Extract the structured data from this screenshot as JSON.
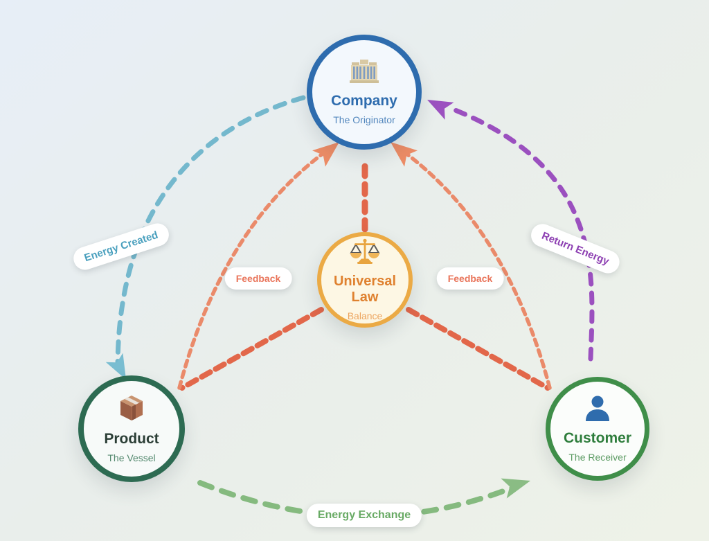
{
  "nodes": {
    "company": {
      "label": "Company",
      "sublabel": "The Originator",
      "icon": "building-icon",
      "accent": "#2e6cae"
    },
    "universal_law": {
      "label": "Universal Law",
      "sublabel": "Balance",
      "icon": "scales-icon",
      "accent": "#ebaa45"
    },
    "product": {
      "label": "Product",
      "sublabel": "The Vessel",
      "icon": "package-icon",
      "accent": "#2d6b52"
    },
    "customer": {
      "label": "Customer",
      "sublabel": "The Receiver",
      "icon": "person-icon",
      "accent": "#3f8e49"
    }
  },
  "edges": {
    "energy_created": {
      "label": "Energy Created",
      "from": "company",
      "to": "product",
      "color": "#74b8cd",
      "style": "dashed-arrow"
    },
    "energy_exchange": {
      "label": "Energy Exchange",
      "from": "product",
      "to": "customer",
      "color": "#85ba7f",
      "style": "dashed-arrow"
    },
    "return_energy": {
      "label": "Return Energy",
      "from": "customer",
      "to": "company",
      "color": "#9b50bf",
      "style": "dashed-arrow"
    },
    "feedback_product": {
      "label": "Feedback",
      "from": "product",
      "to": "company",
      "color": "#e2674a",
      "style": "dashed-arrow"
    },
    "feedback_customer": {
      "label": "Feedback",
      "from": "customer",
      "to": "company",
      "color": "#e2674a",
      "style": "dashed-arrow"
    },
    "balance_links": {
      "label": "",
      "from": "universal_law",
      "to": "company, product, customer",
      "color": "#e2674a",
      "style": "dashed"
    }
  },
  "background": {
    "gradient_start": "#e7eef7",
    "gradient_end": "#eef2e8"
  }
}
